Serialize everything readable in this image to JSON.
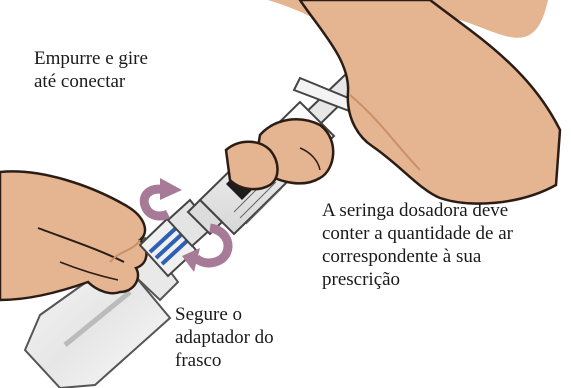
{
  "illustration": {
    "caption_push_twist": [
      "Empurre e gire",
      "até conectar"
    ],
    "caption_syringe": [
      "A seringa dosadora deve",
      "conter a quantidade de ar",
      "correspondente à sua",
      "prescrição"
    ],
    "caption_hold_adapter": [
      "Segure o",
      "adaptador do",
      "frasco"
    ]
  },
  "colors": {
    "skin": "#e5b490",
    "skin_shadow": "#c98f69",
    "outline": "#2b1d16",
    "arrow": "#a77b98",
    "syringe_body": "#ececec",
    "adapter_blue": "#2d5fb5",
    "plunger_black": "#1c1c1c"
  },
  "icons": [
    "rotate-arrow-icon",
    "rotate-arrow-icon"
  ]
}
